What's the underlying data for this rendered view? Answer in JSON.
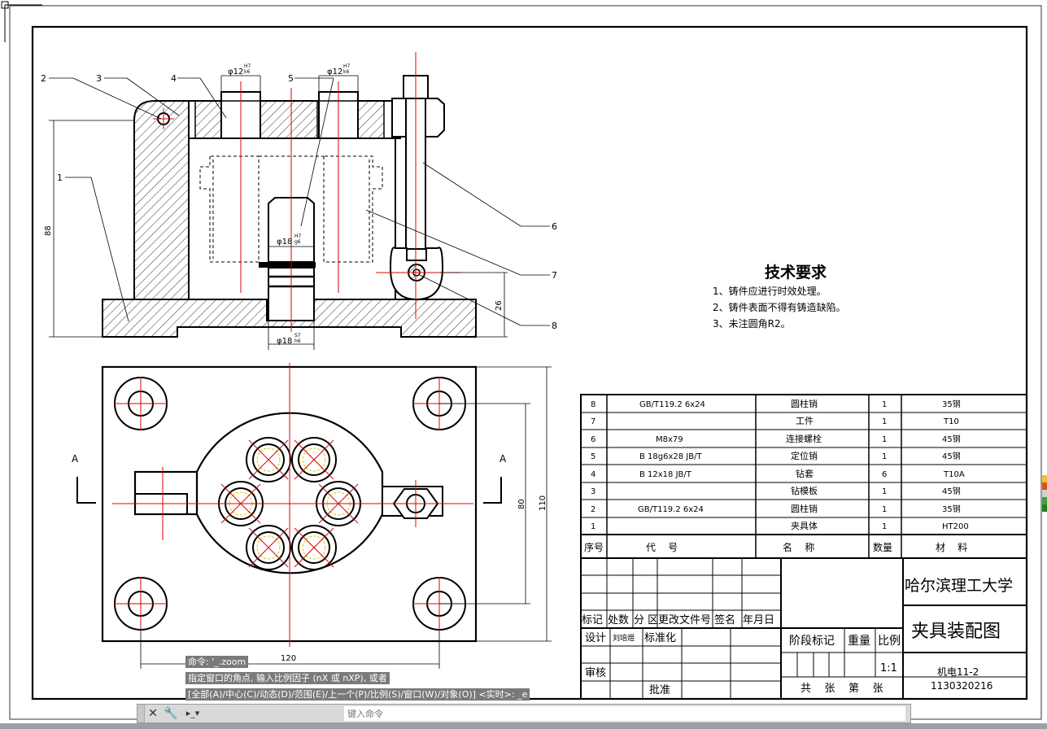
{
  "drawing": {
    "tech_req": {
      "title": "技术要求",
      "lines": [
        "1、铸件应进行时效处理。",
        "2、铸件表面不得有铸造缺陷。",
        "3、未注圆角R2。"
      ]
    },
    "balloons": [
      "1",
      "2",
      "3",
      "4",
      "5",
      "6",
      "7",
      "8"
    ],
    "dims": {
      "d1": "φ12",
      "d1_fit": "H7",
      "d1_fit2": "k6",
      "d2": "φ12",
      "d2_fit": "H7",
      "d2_fit2": "k6",
      "d3": "φ18",
      "d3_fit": "H7",
      "d3_fit2": "g6",
      "d4": "φ18",
      "d4_fit": "S7",
      "d4_fit2": "h6",
      "v88": "88",
      "v26": "26",
      "v110": "110",
      "v80": "80",
      "h120": "120"
    },
    "section_mark": "A",
    "bom": {
      "rows": [
        {
          "no": "8",
          "code": "GB/T119.2 6x24",
          "name": "圆柱销",
          "qty": "1",
          "mat": "35钢"
        },
        {
          "no": "7",
          "code": "",
          "name": "工件",
          "qty": "1",
          "mat": "T10"
        },
        {
          "no": "6",
          "code": "M8x79",
          "name": "连接螺栓",
          "qty": "1",
          "mat": "45钢"
        },
        {
          "no": "5",
          "code": "B 18g6x28 JB/T",
          "name": "定位销",
          "qty": "1",
          "mat": "45钢"
        },
        {
          "no": "4",
          "code": "B 12x18 JB/T",
          "name": "钻套",
          "qty": "6",
          "mat": "T10A"
        },
        {
          "no": "3",
          "code": "",
          "name": "钻模板",
          "qty": "1",
          "mat": "45钢"
        },
        {
          "no": "2",
          "code": "GB/T119.2 6x24",
          "name": "圆柱销",
          "qty": "1",
          "mat": "35钢"
        },
        {
          "no": "1",
          "code": "",
          "name": "夹具体",
          "qty": "1",
          "mat": "HT200"
        }
      ],
      "header": {
        "no": "序号",
        "code": "代    号",
        "name": "名    称",
        "qty": "数量",
        "mat": "材    料"
      }
    },
    "title_block": {
      "rev_headers": [
        "标记",
        "处数",
        "分 区",
        "更改文件号",
        "签名",
        "年月日"
      ],
      "design": "设计",
      "designer": "刘培煜",
      "standardize": "标准化",
      "review": "审核",
      "approve": "批准",
      "stage": "阶段标记",
      "weight": "重量",
      "scale_label": "比例",
      "scale": "1:1",
      "sheets": "共    张    第    张",
      "school": "哈尔滨理工大学",
      "title": "夹具装配图",
      "code1": "机电11-2",
      "code2": "1130320216"
    }
  },
  "command": {
    "history": [
      "命令: '_.zoom",
      "指定窗口的角点, 输入比例因子 (nX 或 nXP), 或者",
      "[全部(A)/中心(C)/动态(D)/范围(E)/上一个(P)/比例(S)/窗口(W)/对象(O)] <实时>: _e"
    ],
    "placeholder": "键入命令"
  },
  "colors": {
    "centerline": "#e00000",
    "hatch": "#000000",
    "hidden": "#000000",
    "yellow": "#d6c800"
  }
}
